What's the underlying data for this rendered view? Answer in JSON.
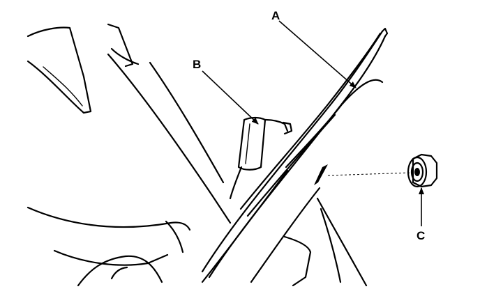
{
  "callouts": {
    "a": "A",
    "b": "B",
    "c": "C"
  },
  "parts": {
    "a": "pillar-trim",
    "b": "seat-belt-guide",
    "c": "flange-nut"
  },
  "colors": {
    "line": "#000000",
    "background": "#ffffff"
  }
}
